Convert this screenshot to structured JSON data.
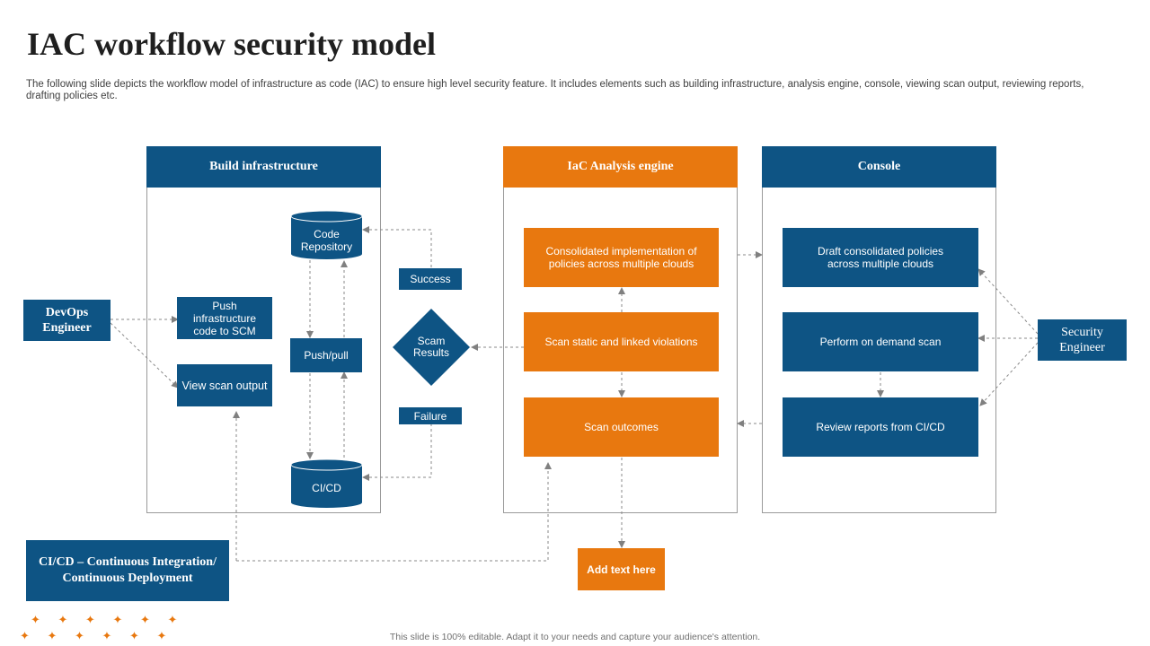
{
  "title": "IAC workflow security model",
  "subtitle": "The following slide depicts the workflow model of infrastructure as code (IAC) to ensure high level security feature. It includes elements such as building infrastructure, analysis engine, console, viewing scan output, reviewing reports, drafting policies etc.",
  "colors": {
    "blue": "#0e5484",
    "orange": "#e8780f"
  },
  "panels": {
    "build": "Build infrastructure",
    "analysis": "IaC Analysis engine",
    "console": "Console"
  },
  "actors": {
    "devops": "DevOps Engineer",
    "security": "Security Engineer"
  },
  "build": {
    "push_code": "Push infrastructure code to SCM",
    "view_scan": "View scan output",
    "code_repo": "Code Repository",
    "push_pull": "Push/pull",
    "cicd": "CI/CD"
  },
  "decision": {
    "label": "Scam Results",
    "success": "Success",
    "failure": "Failure"
  },
  "analysis": {
    "consolidated": "Consolidated implementation of policies across multiple clouds",
    "scan_static": "Scan static and linked violations",
    "outcomes": "Scan outcomes"
  },
  "console": {
    "draft": "Draft consolidated policies across multiple clouds",
    "on_demand": "Perform on demand scan",
    "review": "Review reports from CI/CD"
  },
  "legend": "CI/CD – Continuous Integration/ Continuous Deployment",
  "add_text": "Add text here",
  "decor_stars": "✦ ✦ ✦ ✦ ✦ ✦",
  "footer": "This slide is 100% editable. Adapt it to your needs and capture your audience's attention."
}
